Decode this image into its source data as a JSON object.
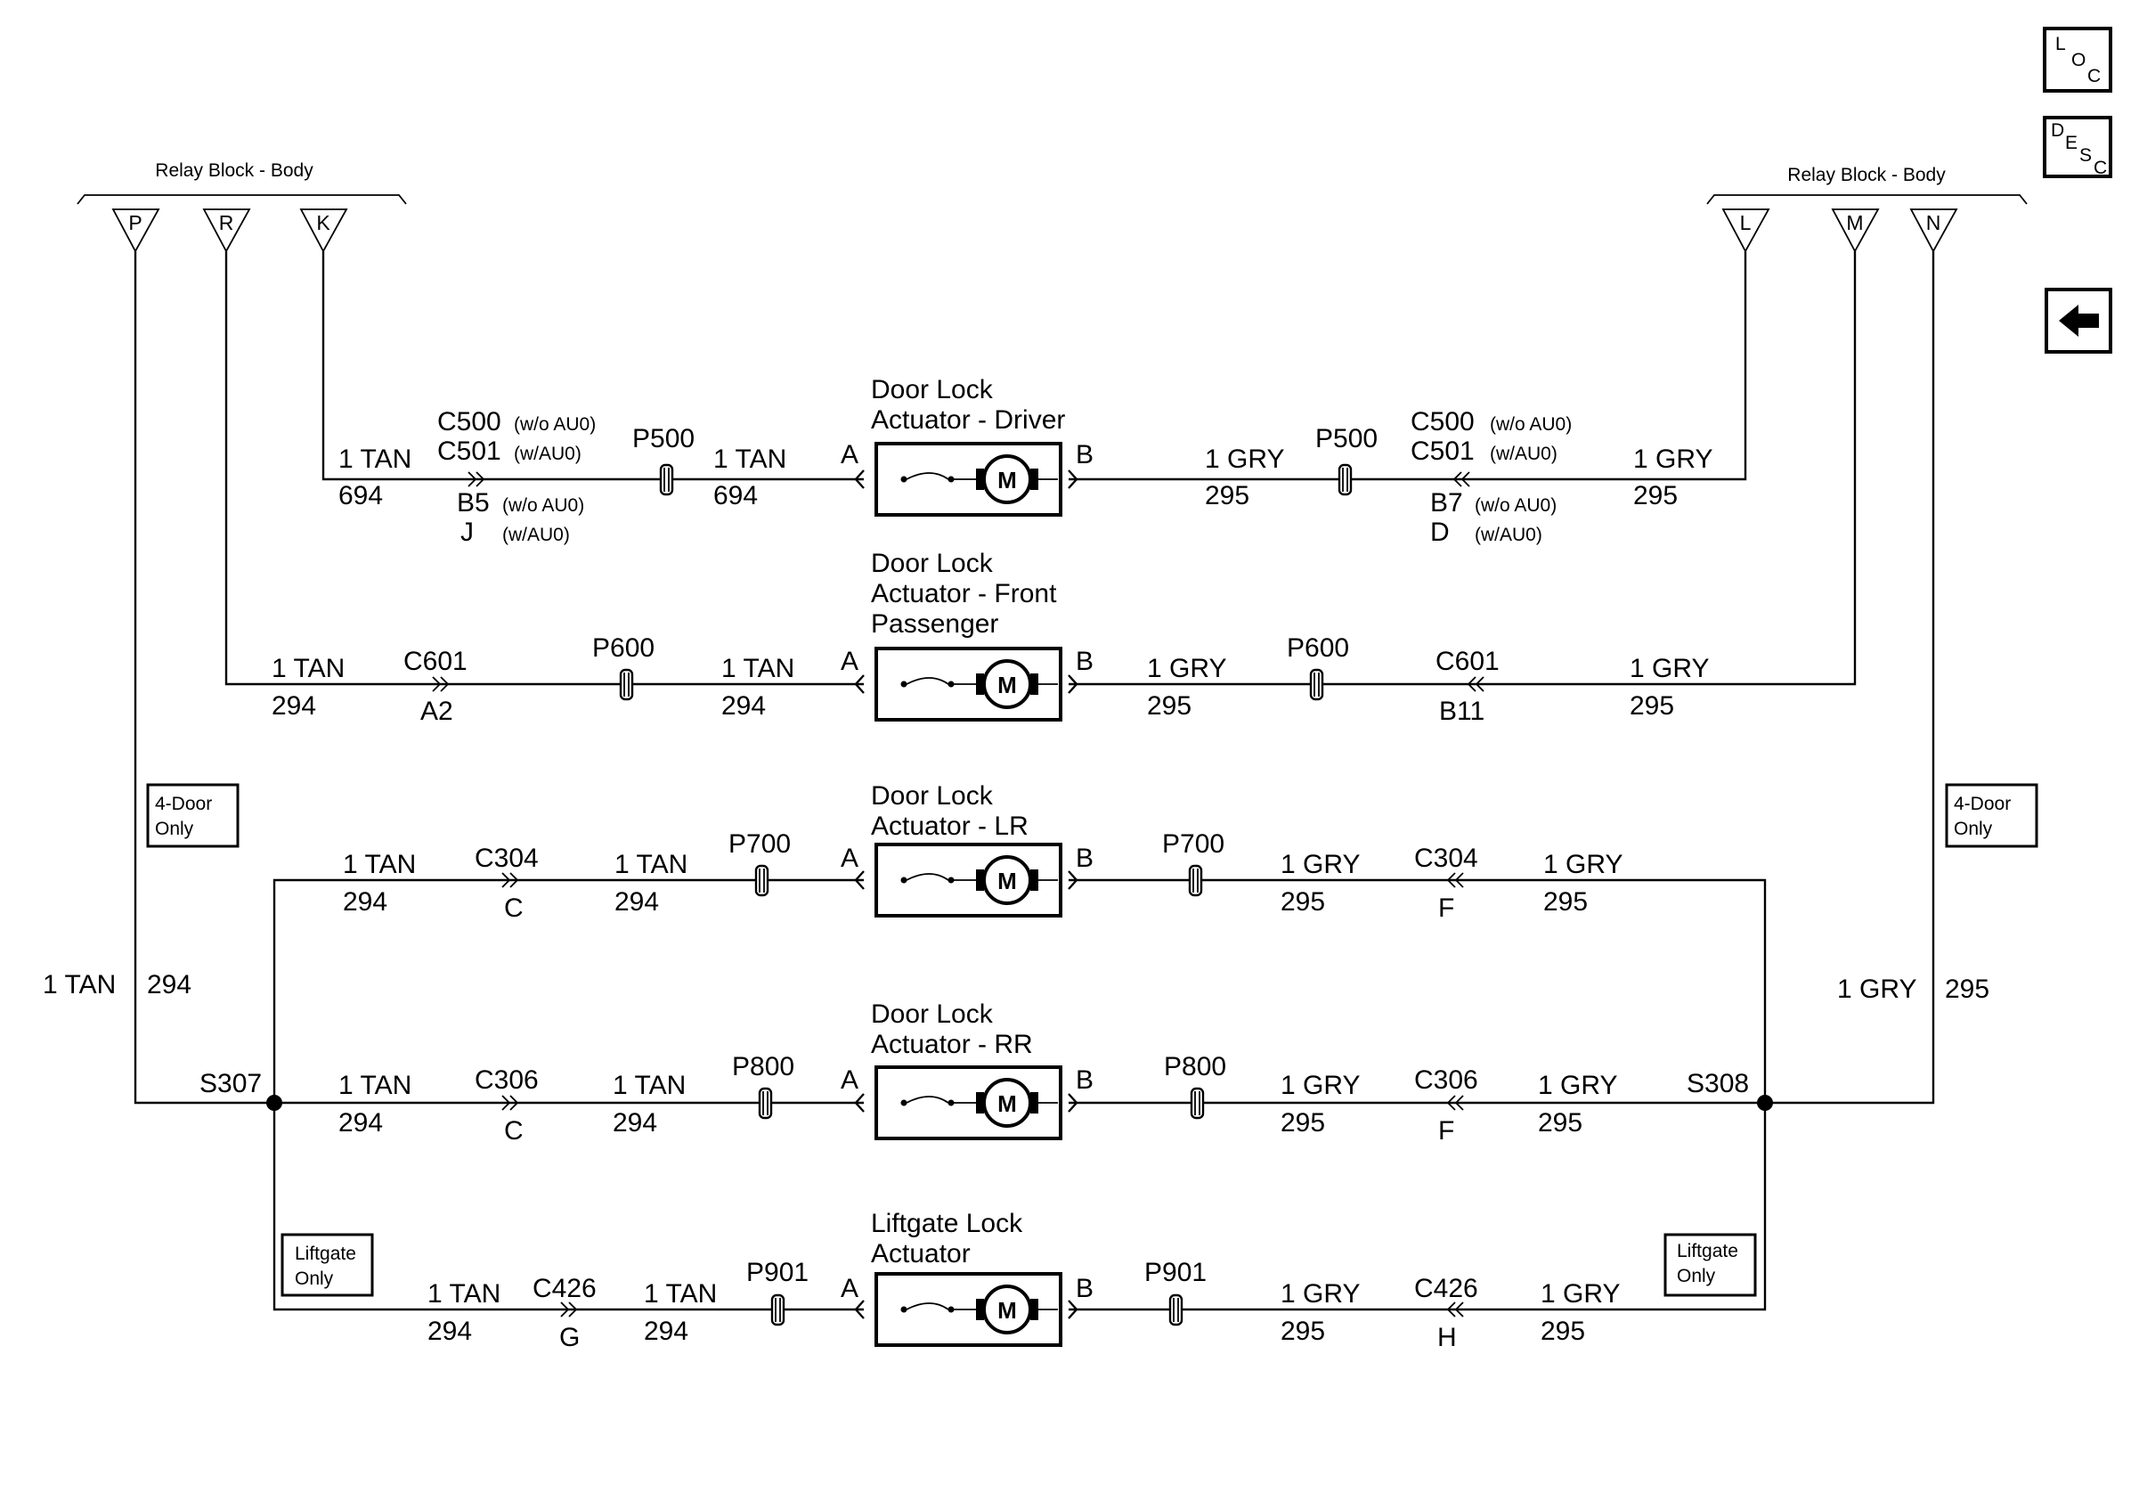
{
  "nav": {
    "loc": [
      "L",
      "O",
      "C"
    ],
    "desc": [
      "D",
      "E",
      "S",
      "C"
    ]
  },
  "relay_left": {
    "title": "Relay Block - Body",
    "pins": [
      "P",
      "R",
      "K"
    ]
  },
  "relay_right": {
    "title": "Relay Block - Body",
    "pins": [
      "L",
      "M",
      "N"
    ]
  },
  "splices": {
    "left": "S307",
    "right": "S308"
  },
  "left_trunk": {
    "wire": "1 TAN",
    "circuit": "294"
  },
  "right_trunk": {
    "wire": "1 GRY",
    "circuit": "295"
  },
  "notes": {
    "four_door_left": [
      "4-Door",
      "Only"
    ],
    "four_door_right": [
      "4-Door",
      "Only"
    ],
    "liftgate_left": [
      "Liftgate",
      "Only"
    ],
    "liftgate_right": [
      "Liftgate",
      "Only"
    ]
  },
  "motor_label": "M",
  "pin_a": "A",
  "pin_b": "B",
  "rows": [
    {
      "name": [
        "Door Lock",
        "Actuator - Driver"
      ],
      "l_wire": "1 TAN",
      "l_circ": "694",
      "l_conn": [
        "C500",
        "C501"
      ],
      "l_conn_note": [
        "(w/o AU0)",
        "(w/AU0)"
      ],
      "l_pin": [
        "B5",
        "J"
      ],
      "l_pin_note": [
        "(w/o AU0)",
        "(w/AU0)"
      ],
      "l_plug": "P500",
      "m_wire": "1 TAN",
      "m_circ": "694",
      "r_plug": "P500",
      "r_wire": "1 GRY",
      "r_circ": "295",
      "r_conn": [
        "C500",
        "C501"
      ],
      "r_conn_note": [
        "(w/o AU0)",
        "(w/AU0)"
      ],
      "r_pin": [
        "B7",
        "D"
      ],
      "r_pin_note": [
        "(w/o AU0)",
        "(w/AU0)"
      ],
      "rr_wire": "1 GRY",
      "rr_circ": "295"
    },
    {
      "name": [
        "Door Lock",
        "Actuator - Front",
        "Passenger"
      ],
      "l_wire": "1 TAN",
      "l_circ": "294",
      "l_conn": "C601",
      "l_pin": "A2",
      "l_plug": "P600",
      "m_wire": "1 TAN",
      "m_circ": "294",
      "r_wire": "1 GRY",
      "r_circ": "295",
      "r_plug": "P600",
      "r_conn": "C601",
      "r_pin": "B11",
      "rr_wire": "1 GRY",
      "rr_circ": "295"
    },
    {
      "name": [
        "Door Lock",
        "Actuator - LR"
      ],
      "l_wire": "1 TAN",
      "l_circ": "294",
      "l_conn": "C304",
      "l_pin": "C",
      "m_wire": "1 TAN",
      "m_circ": "294",
      "l_plug": "P700",
      "r_plug": "P700",
      "r_wire": "1 GRY",
      "r_circ": "295",
      "r_conn": "C304",
      "r_pin": "F",
      "rr_wire": "1 GRY",
      "rr_circ": "295"
    },
    {
      "name": [
        "Door Lock",
        "Actuator - RR"
      ],
      "l_wire": "1 TAN",
      "l_circ": "294",
      "l_conn": "C306",
      "l_pin": "C",
      "m_wire": "1 TAN",
      "m_circ": "294",
      "l_plug": "P800",
      "r_plug": "P800",
      "r_wire": "1 GRY",
      "r_circ": "295",
      "r_conn": "C306",
      "r_pin": "F",
      "rr_wire": "1 GRY",
      "rr_circ": "295"
    },
    {
      "name": [
        "Liftgate Lock",
        "Actuator"
      ],
      "l_wire": "1 TAN",
      "l_circ": "294",
      "l_conn": "C426",
      "l_pin": "G",
      "m_wire": "1 TAN",
      "m_circ": "294",
      "l_plug": "P901",
      "r_plug": "P901",
      "r_wire": "1 GRY",
      "r_circ": "295",
      "r_conn": "C426",
      "r_pin": "H",
      "rr_wire": "1 GRY",
      "rr_circ": "295"
    }
  ]
}
